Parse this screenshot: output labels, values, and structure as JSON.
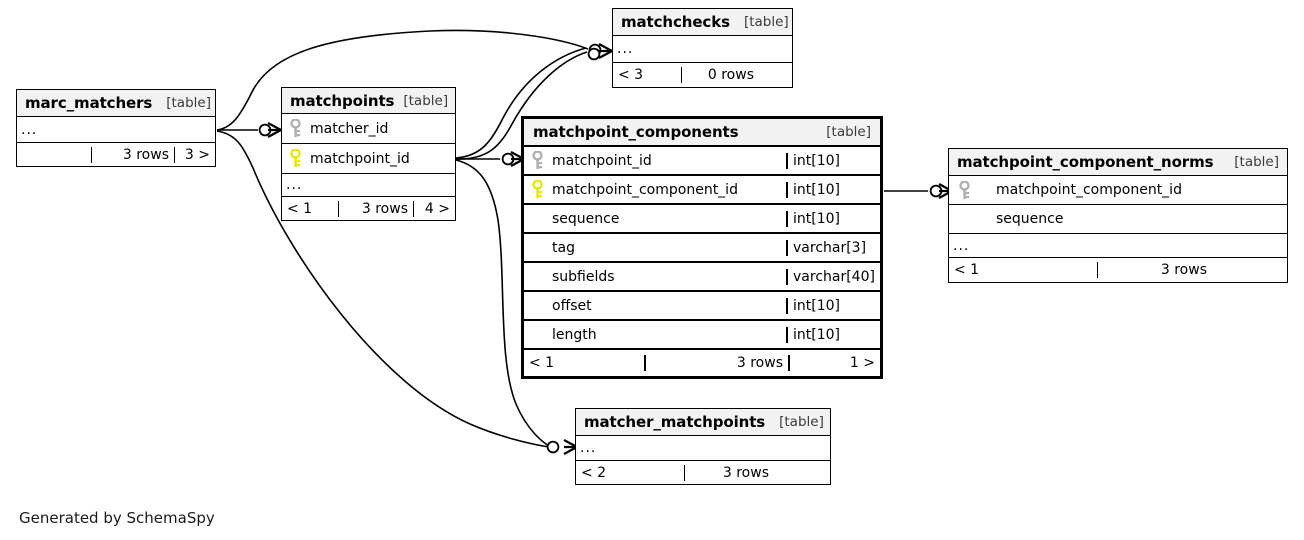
{
  "diagram": {
    "title": "",
    "credit": "Generated by SchemaSpy",
    "table_tag": "[table]",
    "ellipsis": "...",
    "colors": {
      "background": "#ffffff",
      "header_fill": "#f2f2f2",
      "border": "#000000",
      "primary_key": "#e8e800",
      "foreign_key": "#b0b0b0",
      "text": "#000000"
    }
  },
  "tables": [
    {
      "id": "marc_matchers",
      "name": "marc_matchers",
      "tag": "[table]",
      "emphasized": false,
      "columns": [],
      "has_ellipsis_row": true,
      "footer": {
        "left": "",
        "center": "3 rows",
        "right": "3 >"
      }
    },
    {
      "id": "matchpoints",
      "name": "matchpoints",
      "tag": "[table]",
      "emphasized": false,
      "columns": [
        {
          "name": "matcher_id",
          "type": "",
          "key": "foreign"
        },
        {
          "name": "matchpoint_id",
          "type": "",
          "key": "primary"
        }
      ],
      "has_ellipsis_row": true,
      "footer": {
        "left": "< 1",
        "center": "3 rows",
        "right": "4 >"
      }
    },
    {
      "id": "matchchecks",
      "name": "matchchecks",
      "tag": "[table]",
      "emphasized": false,
      "columns": [],
      "has_ellipsis_row": true,
      "footer": {
        "left": "< 3",
        "center": "0 rows",
        "right": ""
      }
    },
    {
      "id": "matchpoint_components",
      "name": "matchpoint_components",
      "tag": "[table]",
      "emphasized": true,
      "columns": [
        {
          "name": "matchpoint_id",
          "type": "int[10]",
          "key": "foreign"
        },
        {
          "name": "matchpoint_component_id",
          "type": "int[10]",
          "key": "primary"
        },
        {
          "name": "sequence",
          "type": "int[10]",
          "key": "none"
        },
        {
          "name": "tag",
          "type": "varchar[3]",
          "key": "none"
        },
        {
          "name": "subfields",
          "type": "varchar[40]",
          "key": "none"
        },
        {
          "name": "offset",
          "type": "int[10]",
          "key": "none"
        },
        {
          "name": "length",
          "type": "int[10]",
          "key": "none"
        }
      ],
      "has_ellipsis_row": false,
      "footer": {
        "left": "< 1",
        "center": "3 rows",
        "right": "1 >"
      }
    },
    {
      "id": "matchpoint_component_norms",
      "name": "matchpoint_component_norms",
      "tag": "[table]",
      "emphasized": false,
      "columns": [
        {
          "name": "matchpoint_component_id",
          "type": "",
          "key": "foreign"
        },
        {
          "name": "sequence",
          "type": "",
          "key": "none"
        }
      ],
      "has_ellipsis_row": true,
      "footer": {
        "left": "< 1",
        "center": "3 rows",
        "right": ""
      }
    },
    {
      "id": "matcher_matchpoints",
      "name": "matcher_matchpoints",
      "tag": "[table]",
      "emphasized": false,
      "columns": [],
      "has_ellipsis_row": true,
      "footer": {
        "left": "< 2",
        "center": "3 rows",
        "right": ""
      }
    }
  ],
  "relationships": [
    {
      "from": "marc_matchers",
      "to": "matchchecks",
      "cardinality": "zero-or-more"
    },
    {
      "from": "marc_matchers",
      "to": "matchpoints",
      "cardinality": "zero-or-more"
    },
    {
      "from": "marc_matchers",
      "to": "matcher_matchpoints",
      "cardinality": "zero-or-more"
    },
    {
      "from": "matchpoints",
      "to": "matchchecks",
      "cardinality": "zero-or-more"
    },
    {
      "from": "matchpoints",
      "to": "matchchecks",
      "cardinality": "zero-or-more"
    },
    {
      "from": "matchpoints",
      "to": "matchpoint_components",
      "cardinality": "zero-or-more"
    },
    {
      "from": "matchpoints",
      "to": "matcher_matchpoints",
      "cardinality": "zero-or-more"
    },
    {
      "from": "matchpoint_components",
      "to": "matchpoint_component_norms",
      "cardinality": "zero-or-more"
    }
  ]
}
